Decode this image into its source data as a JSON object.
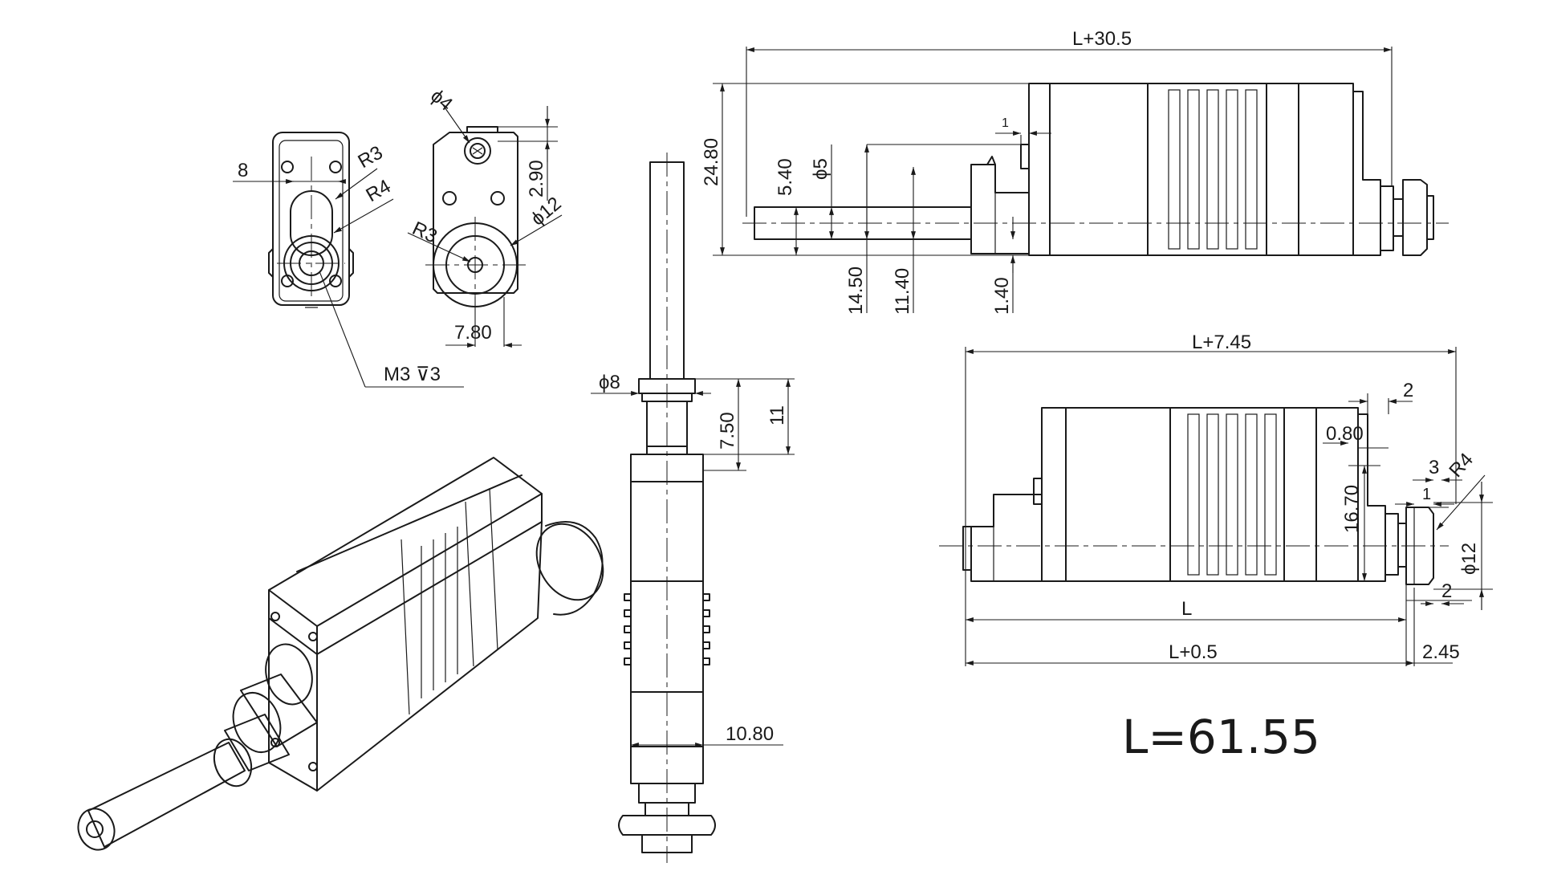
{
  "dimensions": {
    "top_overall": "L+30.5",
    "height_24_80": "24.80",
    "d_5_40": "5.40",
    "dia_5": "ϕ5",
    "d_14_50": "14.50",
    "d_11_40": "11.40",
    "d_1_40": "1.40",
    "d_1_top": "1",
    "right_overall": "L+7.45",
    "d_2_top": "2",
    "d_0_80": "0.80",
    "d_3": "3",
    "r_4_right": "R4",
    "d_1_right": "1",
    "d_16_70": "16.70",
    "dia_12_right": "ϕ12",
    "d_2_bottom": "2",
    "dim_L": "L",
    "dim_L_0_5": "L+0.5",
    "d_2_45": "2.45",
    "front_8": "8",
    "front_r3": "R3",
    "front_r4": "R4",
    "thread": "M3",
    "thread_depth": "3",
    "back_dia4": "ϕ4",
    "back_2_90": "2.90",
    "back_dia12": "ϕ12",
    "back_r3": "R3",
    "back_7_80": "7.80",
    "shaft_dia8": "ϕ8",
    "shaft_7_50": "7.50",
    "shaft_11": "11",
    "side_10_80": "10.80"
  },
  "formula": "L=61.55"
}
